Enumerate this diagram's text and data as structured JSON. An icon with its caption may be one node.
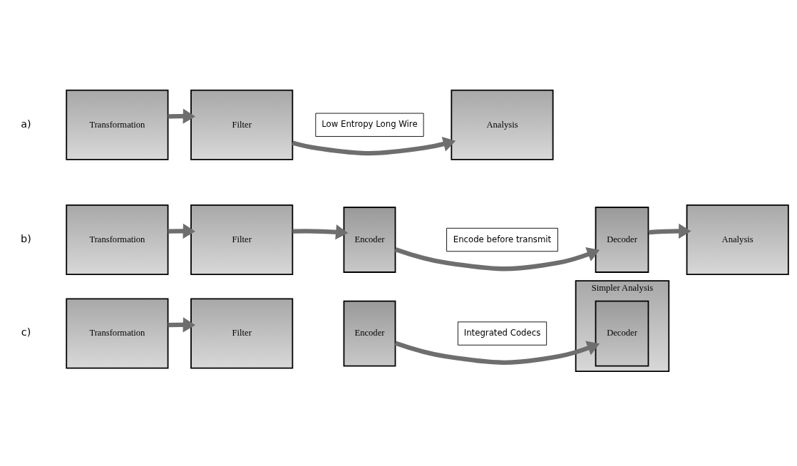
{
  "diagram": {
    "nodes": [
      {
        "text": [
          "Transformation"
        ]
      },
      {
        "text": [
          "Filter"
        ]
      },
      {
        "text": [
          "Low Entropy Long Wire"
        ]
      },
      {
        "text": [
          "Analysis"
        ]
      },
      {
        "text": [
          "Transformation"
        ]
      },
      {
        "text": [
          "Filter"
        ]
      },
      {
        "text": [
          "Encoder"
        ]
      },
      {
        "text": [
          "Encode before transmit"
        ]
      },
      {
        "text": [
          "Decoder"
        ]
      },
      {
        "text": [
          "Analysis"
        ]
      },
      {
        "text": [
          "Transformation"
        ]
      },
      {
        "text": [
          "Filter"
        ]
      },
      {
        "text": [
          "Encoder"
        ]
      },
      {
        "text": [
          "Integrated Codecs"
        ]
      },
      {
        "text": [
          "Simpler Analysis"
        ]
      },
      {
        "text": [
          "Decoder"
        ],
        "in": 14
      }
    ],
    "edges": [
      {
        "from": 0,
        "to": 1,
        "arrow": "to"
      },
      {
        "from": 1,
        "to": 3,
        "arrow": "to"
      },
      {
        "from": 4,
        "to": 5,
        "arrow": "to"
      },
      {
        "from": 5,
        "to": 6,
        "arrow": "to"
      },
      {
        "from": 6,
        "to": 8,
        "arrow": "to"
      },
      {
        "from": 8,
        "to": 9,
        "arrow": "to"
      },
      {
        "from": 10,
        "to": 11,
        "arrow": "to"
      },
      {
        "from": 12,
        "to": 15,
        "arrow": "to"
      }
    ],
    "labels": [
      "a)",
      "b)",
      "c)"
    ]
  }
}
